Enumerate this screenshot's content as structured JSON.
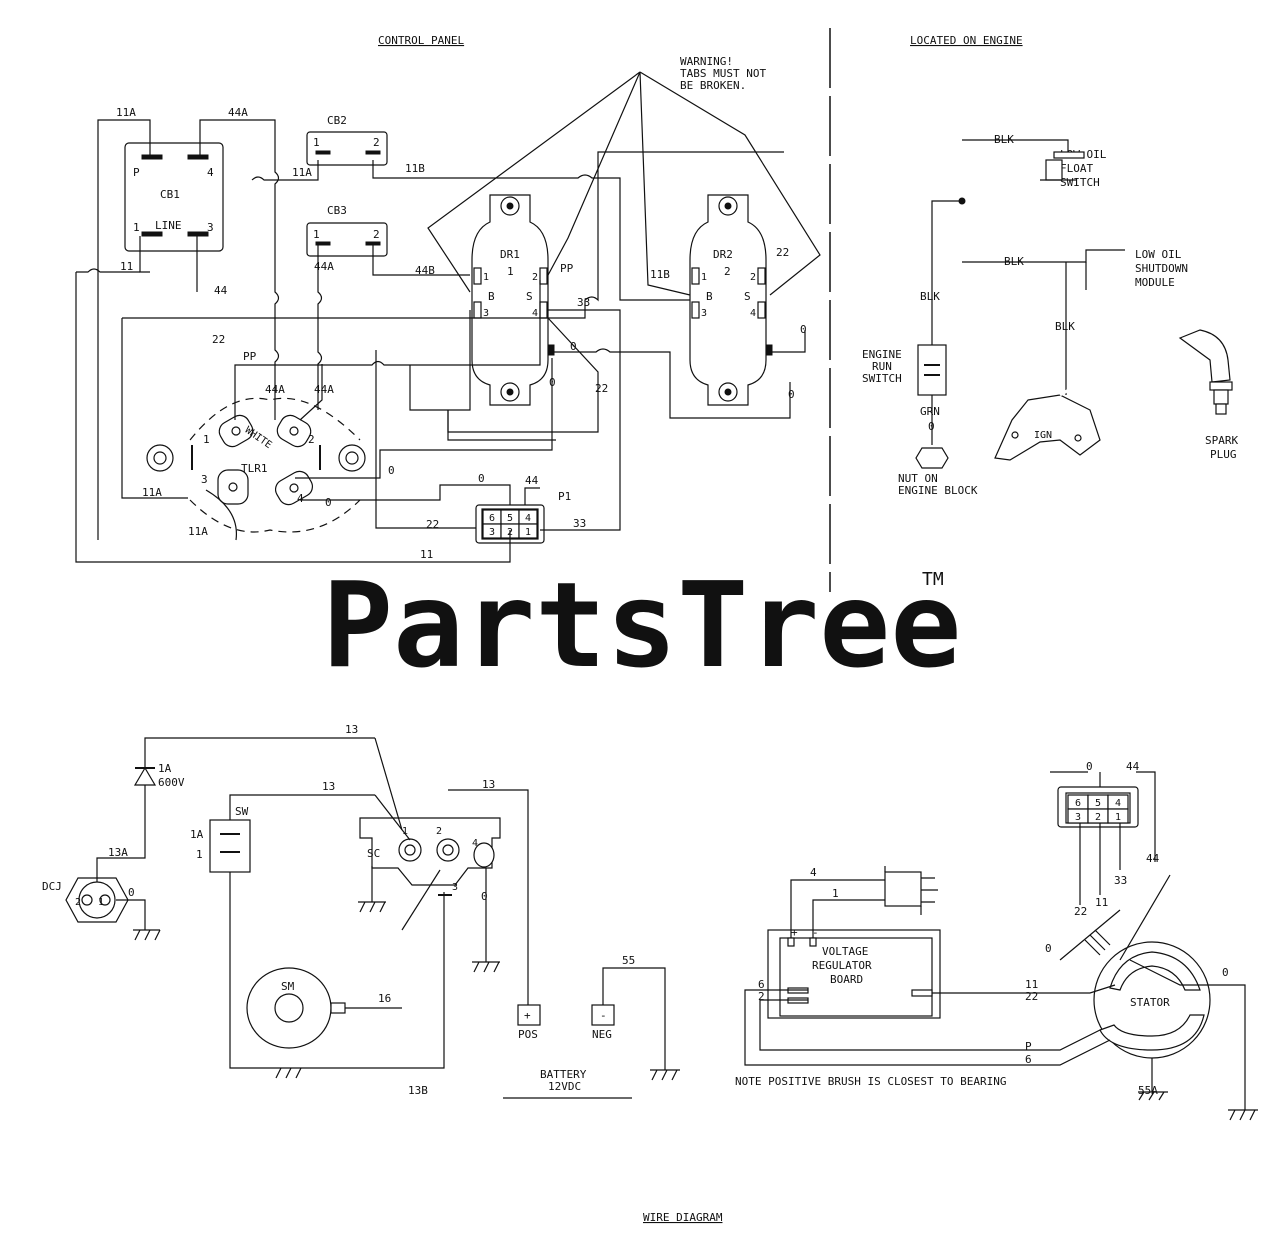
{
  "headers": {
    "control_panel": "CONTROL PANEL",
    "located_on_engine": "LOCATED ON ENGINE",
    "wire_diagram": "WIRE DIAGRAM"
  },
  "warning": [
    "WARNING!",
    "TABS MUST NOT",
    "BE BROKEN."
  ],
  "watermark": {
    "text": "PartsTree",
    "tm": "TM"
  },
  "components": {
    "cb1": {
      "name": "CB1",
      "line": "LINE",
      "p": "P",
      "t1": "1",
      "t3": "3",
      "t4": "4"
    },
    "cb2": {
      "name": "CB2",
      "t1": "1",
      "t2": "2"
    },
    "cb3": {
      "name": "CB3",
      "t1": "1",
      "t2": "2"
    },
    "dr1": {
      "name": "DR1",
      "num": "1",
      "b": "B",
      "s": "S",
      "t1": "1",
      "t2": "2",
      "t3": "3",
      "t4": "4"
    },
    "dr2": {
      "name": "DR2",
      "num": "2",
      "b": "B",
      "s": "S",
      "t1": "1",
      "t2": "2",
      "t3": "3",
      "t4": "4"
    },
    "tlr1": {
      "name": "TLR1",
      "white": "WHITE",
      "t1": "1",
      "t2": "2",
      "t3": "3",
      "t4": "4"
    },
    "p1": {
      "name": "P1",
      "pins": [
        "6",
        "5",
        "4",
        "3",
        "2",
        "1"
      ]
    },
    "dcj": {
      "name": "DCJ",
      "t1": "1",
      "t2": "2"
    },
    "diode": [
      "1A",
      "600V"
    ],
    "sw": {
      "name": "SW",
      "t1": "1",
      "t1a": "1A"
    },
    "sc": {
      "name": "SC",
      "t1": "1",
      "t2": "2",
      "t3": "3",
      "t4": "4"
    },
    "sm": {
      "name": "SM"
    },
    "battery": {
      "pos_sign": "+",
      "neg_sign": "-",
      "pos": "POS",
      "neg": "NEG",
      "label": [
        "BATTERY",
        "12VDC"
      ]
    },
    "vrb": {
      "label": [
        "VOLTAGE",
        "REGULATOR",
        "BOARD"
      ],
      "plus": "+",
      "minus": "-"
    },
    "stator": {
      "name": "STATOR",
      "connector_pins": [
        "6",
        "5",
        "4",
        "3",
        "2",
        "1"
      ]
    },
    "engine": {
      "low_oil_float_switch": [
        "LOW OIL",
        "FLOAT",
        "SWITCH"
      ],
      "low_oil_shutdown_module": [
        "LOW OIL",
        "SHUTDOWN",
        "MODULE"
      ],
      "engine_run_switch": [
        "ENGINE",
        "RUN",
        "SWITCH"
      ],
      "nut_on_engine_block": [
        "NUT ON",
        "ENGINE BLOCK"
      ],
      "spark_plug": [
        "SPARK",
        "PLUG"
      ],
      "ign": "IGN"
    }
  },
  "wires": {
    "w11A": "11A",
    "w44A": "44A",
    "w11B": "11B",
    "w11": "11",
    "w44": "44",
    "w22": "22",
    "w44B": "44B",
    "w33": "33",
    "w0": "0",
    "wPP": "PP",
    "w13": "13",
    "w13A": "13A",
    "w13B": "13B",
    "w16": "16",
    "w55": "55",
    "w55A": "55A",
    "w4": "4",
    "w1": "1",
    "w6": "6",
    "w2": "2",
    "wP": "P",
    "wBLK": "BLK",
    "wGRN": "GRN",
    "w1A": "1A"
  },
  "note": "NOTE POSITIVE BRUSH IS CLOSEST TO BEARING"
}
